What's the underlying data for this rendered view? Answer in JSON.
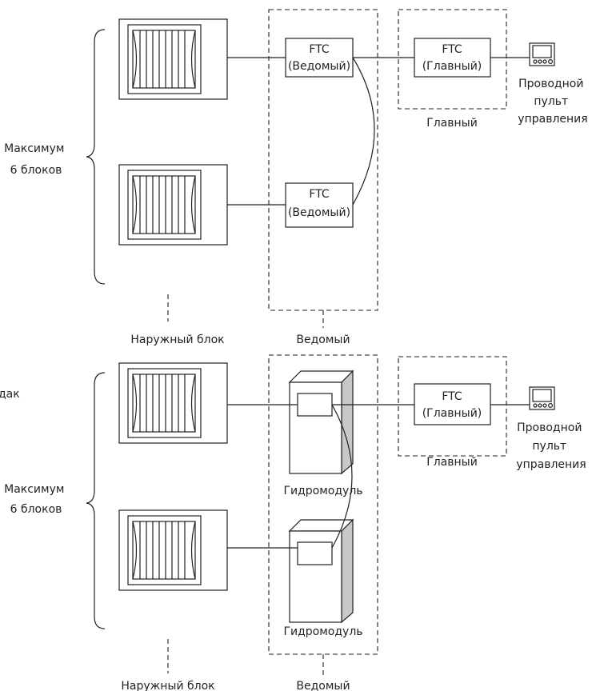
{
  "top": {
    "ftc_slave_1": {
      "name": "FTC",
      "role": "(Ведомый)"
    },
    "ftc_slave_2": {
      "name": "FTC",
      "role": "(Ведомый)"
    },
    "ftc_master": {
      "name": "FTC",
      "role": "(Главный)"
    },
    "master_caption": "Главный",
    "slave_caption": "Ведомый",
    "outdoor_caption": "Наружный блок",
    "max_units": [
      "Максимум",
      "6 блоков"
    ],
    "remote_label": [
      "Проводной",
      "пульт",
      "управления"
    ]
  },
  "bottom": {
    "partial_text": "дак",
    "hydro_caption_1": "Гидромодуль",
    "hydro_caption_2": "Гидромодуль",
    "ftc_master": {
      "name": "FTC",
      "role": "(Главный)"
    },
    "master_caption": "Главный",
    "slave_caption": "Ведомый",
    "outdoor_caption": "Наружный блок",
    "max_units": [
      "Максимум",
      "6 блоков"
    ],
    "remote_label": [
      "Проводной",
      "пульт",
      "управления"
    ]
  }
}
